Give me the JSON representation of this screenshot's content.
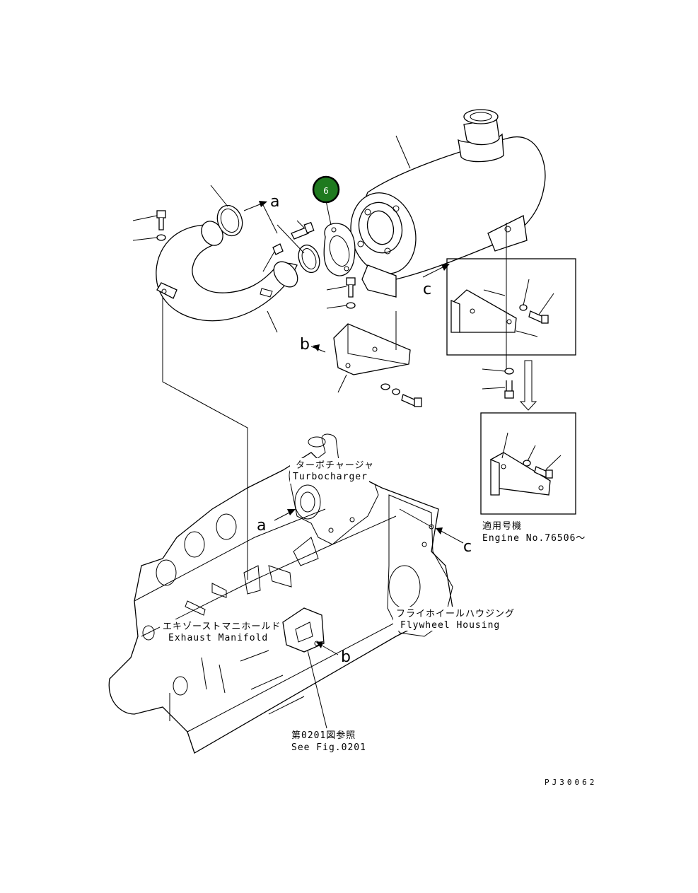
{
  "callout": {
    "number": "6",
    "fill": "#1f7a1f"
  },
  "letters": {
    "a": "a",
    "b": "b",
    "c": "c"
  },
  "labels": {
    "turbo_jp": "ターボチャージャ",
    "turbo_en": "Turbocharger",
    "exhaust_jp": "エキゾーストマニホールド",
    "exhaust_en": "Exhaust Manifold",
    "flywheel_jp": "フライホイールハウジング",
    "flywheel_en": "Flywheel Housing",
    "applicable_jp": "適用号機",
    "engine_no": "Engine No.76506～",
    "see_fig_jp": "第0201図参照",
    "see_fig_en": "See Fig.0201",
    "drawing_code": "PJ30062"
  }
}
